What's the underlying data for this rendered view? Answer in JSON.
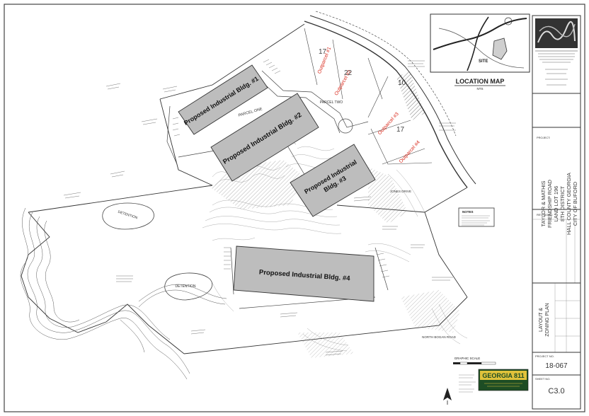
{
  "buildings": {
    "bldg1": "Proposed Industrial Bldg. #1",
    "bldg2": "Proposed Industrial Bldg. #2",
    "bldg3_line1": "Proposed Industrial",
    "bldg3_line2": "Bldg. #3",
    "bldg4": "Proposed Industrial Bldg. #4"
  },
  "outparcels": {
    "op1": "Outparcel #1",
    "op2": "Outparcel #2",
    "op3": "Outparcel #3",
    "op4": "Outparcel #4"
  },
  "labels": {
    "parcel_one": "PARCEL ONE",
    "parcel_two": "PARCEL TWO",
    "detention_1": "DETENTION",
    "detention_2": "DETENTION",
    "jones_drive": "JONES DRIVE",
    "north_bogan_road": "NORTH BOGAN ROAD",
    "location_map": "LOCATION MAP",
    "nts": "NTS",
    "site": "SITE",
    "notes": "NOTES",
    "graphic_scale": "GRAPHIC SCALE",
    "georgia_811": "GEORGIA 811"
  },
  "titleblock": {
    "project_name": [
      "TAYLOR & MATHIS",
      "FRIENDSHIP ROAD",
      "LAND LOT 196",
      "8TH DISTRICT",
      "HALL COUNTY GEORGIA",
      "CITY OF BUFORD"
    ],
    "project_label": "PROJECT:",
    "revisions_label": "REVISIONS:",
    "sheet_title": [
      "LAYOUT &",
      "ZONING PLAN"
    ],
    "project_no_label": "PROJECT NO.",
    "project_no": "18-067",
    "sheet_no_label": "SHEET NO.",
    "sheet_no": "C3.0"
  },
  "colors": {
    "building_fill": "#bdbdbd",
    "outparcel_text": "#d92a1c",
    "linework": "#3a3a3a"
  }
}
